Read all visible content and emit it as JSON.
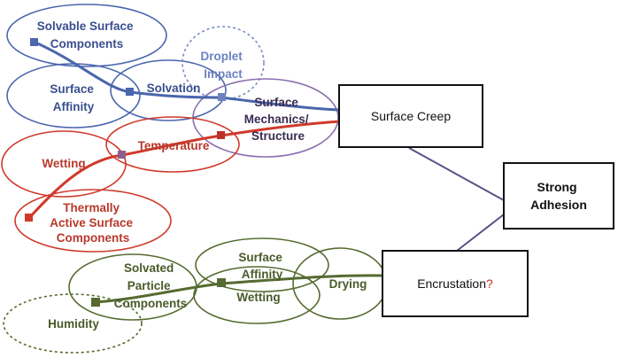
{
  "colors": {
    "blue": "#4a66ad",
    "purple": "#7a5fa6",
    "red": "#cf3a2b",
    "green": "#566b30",
    "connector": "#5b4f86",
    "box_border": "#111111",
    "question": "#d22b1f"
  },
  "blue_nodes": {
    "solvable": [
      "Solvable Surface",
      "Components"
    ],
    "affinity": [
      "Surface",
      "Affinity"
    ],
    "solvation": "Solvation",
    "droplet": [
      "Droplet",
      "Impact"
    ]
  },
  "purple_nodes": {
    "mechanics": [
      "Surface",
      "Mechanics/",
      "Structure"
    ]
  },
  "red_nodes": {
    "wetting": "Wetting",
    "temperature": "Temperature",
    "thermal": [
      "Thermally",
      "Active Surface",
      "Components"
    ]
  },
  "green_nodes": {
    "solvated": [
      "Solvated",
      "Particle",
      "Components"
    ],
    "affinity": [
      "Surface",
      "Affinity"
    ],
    "wetting": "Wetting",
    "drying": "Drying",
    "humidity": "Humidity"
  },
  "boxes": {
    "creep": "Surface Creep",
    "adhesion": [
      "Strong",
      "Adhesion"
    ],
    "encrustation": "Encrustation",
    "encrustation_mark": "?"
  }
}
